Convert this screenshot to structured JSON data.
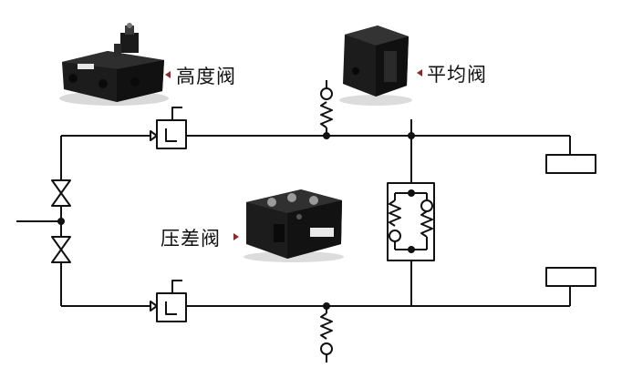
{
  "labels": {
    "height_valve": "高度阀",
    "balance_valve": "平均阀",
    "diff_pressure_valve": "压差阀"
  },
  "colors": {
    "line": "#111111",
    "product_body": "#1b1b1b",
    "pointer": "#8b2b2b"
  }
}
